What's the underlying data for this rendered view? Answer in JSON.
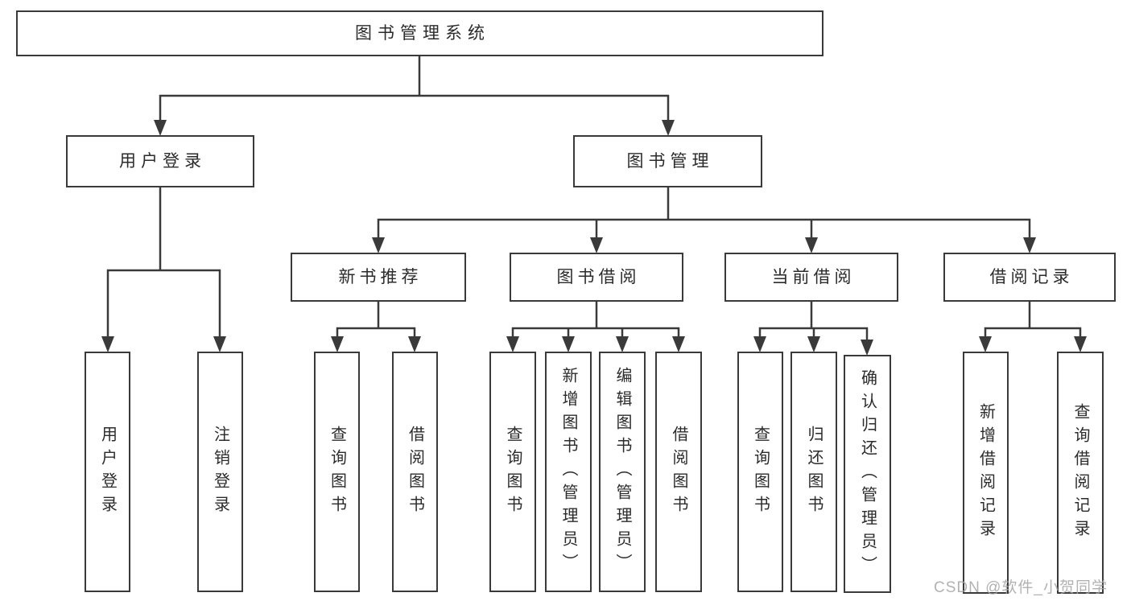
{
  "diagram": {
    "tree": {
      "label": "图书管理系统",
      "children": [
        {
          "label": "用户登录",
          "children": [
            {
              "label": "用户登录"
            },
            {
              "label": "注销登录"
            }
          ]
        },
        {
          "label": "图书管理",
          "children": [
            {
              "label": "新书推荐",
              "children": [
                {
                  "label": "查询图书"
                },
                {
                  "label": "借阅图书"
                }
              ]
            },
            {
              "label": "图书借阅",
              "children": [
                {
                  "label": "查询图书"
                },
                {
                  "label": "新增图书（管理员）"
                },
                {
                  "label": "编辑图书（管理员）"
                },
                {
                  "label": "借阅图书"
                }
              ]
            },
            {
              "label": "当前借阅",
              "children": [
                {
                  "label": "查询图书"
                },
                {
                  "label": "归还图书"
                },
                {
                  "label": "确认归还（管理员）"
                }
              ]
            },
            {
              "label": "借阅记录",
              "children": [
                {
                  "label": "新增借阅记录"
                },
                {
                  "label": "查询借阅记录"
                }
              ]
            }
          ]
        }
      ]
    },
    "watermark": {
      "text": "CSDN @软件_小贺同学"
    },
    "colors": {
      "line": "#3a3a3a",
      "border": "#3a3a3a",
      "text": "#2b2b2b",
      "watermark": "#a5a5a5",
      "background": "#ffffff"
    }
  }
}
